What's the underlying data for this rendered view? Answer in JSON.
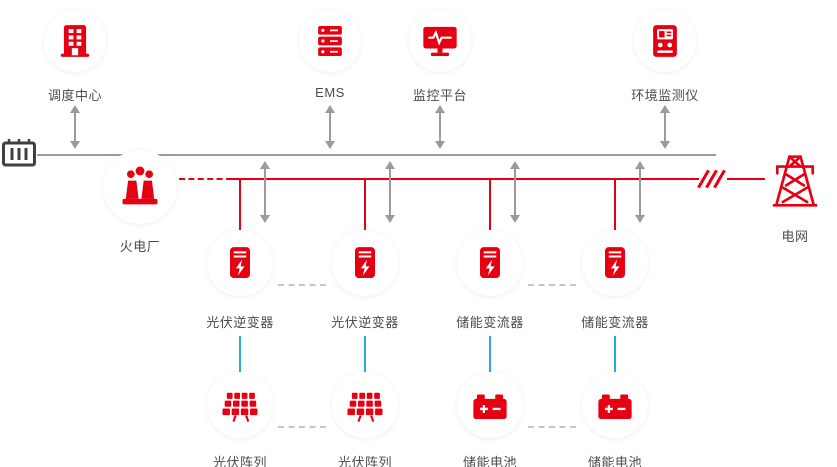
{
  "colors": {
    "accent_red": "#e60012",
    "line_gray": "#9b9b9b",
    "link_blue": "#29abe2",
    "label_text": "#4c4c4c",
    "background": "#ffffff"
  },
  "nodes": {
    "top": [
      {
        "label": "调度中心",
        "icon": "dispatch-center-icon"
      },
      {
        "label": "EMS",
        "icon": "ems-server-icon"
      },
      {
        "label": "监控平台",
        "icon": "monitoring-platform-icon"
      },
      {
        "label": "环境监测仪",
        "icon": "environment-monitor-icon"
      }
    ],
    "plant": {
      "label": "火电厂",
      "icon": "thermal-plant-icon"
    },
    "grid": {
      "label": "电网",
      "icon": "transmission-tower-icon"
    },
    "inverters": [
      {
        "label": "光伏逆变器",
        "icon": "pv-inverter-icon"
      },
      {
        "label": "光伏逆变器",
        "icon": "pv-inverter-icon"
      },
      {
        "label": "储能变流器",
        "icon": "storage-converter-icon"
      },
      {
        "label": "储能变流器",
        "icon": "storage-converter-icon"
      }
    ],
    "sources": [
      {
        "label": "光伏阵列",
        "icon": "pv-array-icon"
      },
      {
        "label": "光伏阵列",
        "icon": "pv-array-icon"
      },
      {
        "label": "储能电池",
        "icon": "storage-battery-icon"
      },
      {
        "label": "储能电池",
        "icon": "storage-battery-icon"
      }
    ]
  },
  "connections": {
    "communication_bus": "gray",
    "power_bus": "red",
    "dc_link": "blue"
  }
}
